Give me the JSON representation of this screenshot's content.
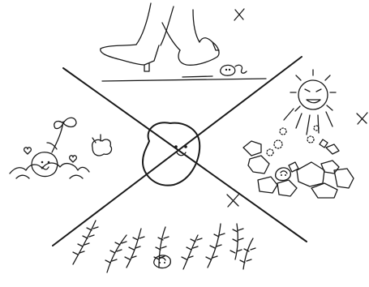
{
  "illustration": {
    "mark_symbol": "×",
    "panels": [
      {
        "key": "top",
        "icon": "walking-feet-icon",
        "marked": true
      },
      {
        "key": "right",
        "icon": "sun-and-rocks-icon",
        "marked": true
      },
      {
        "key": "bottom",
        "icon": "weeds-icon",
        "marked": true
      },
      {
        "key": "left",
        "icon": "sprouting-seed-icon",
        "marked": false
      }
    ],
    "center": {
      "icon": "smiling-seed-icon"
    },
    "colors": {
      "ink": "#1a1a1a",
      "paper": "#ffffff"
    }
  }
}
